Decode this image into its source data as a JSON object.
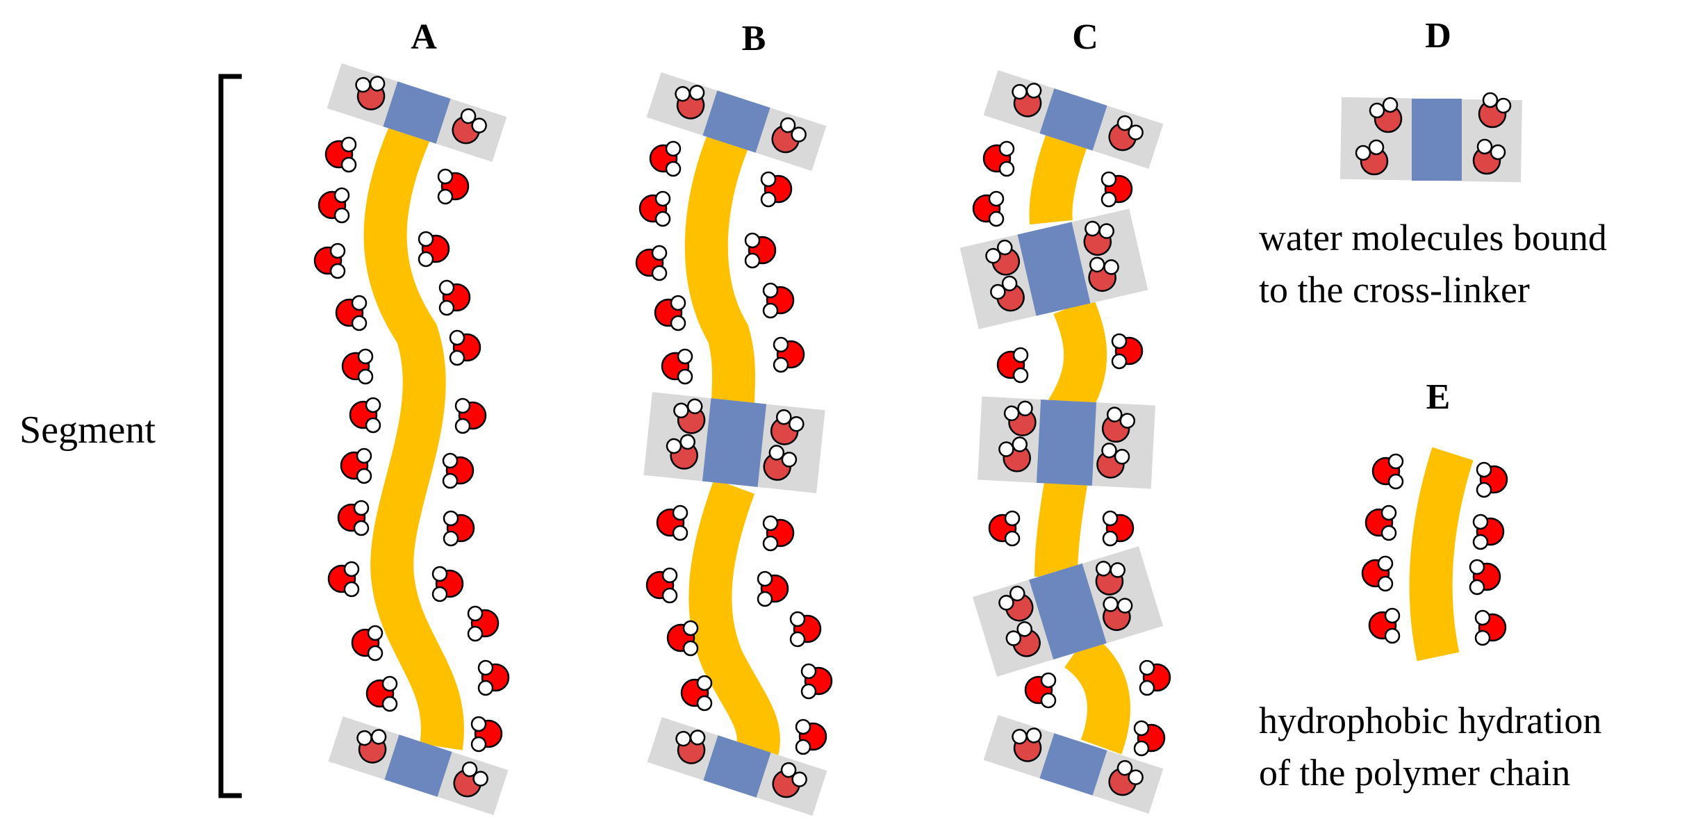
{
  "panels": {
    "a": "A",
    "b": "B",
    "c": "C",
    "d": "D",
    "e": "E"
  },
  "segment_label": "Segment",
  "legend": {
    "d_caption_line1": "water molecules bound",
    "d_caption_line2": "to the cross-linker",
    "e_caption_line1": "hydrophobic hydration",
    "e_caption_line2": "of the polymer chain"
  },
  "colors": {
    "polymer_chain": "#FFC000",
    "cross_linker": "#6C87BE",
    "cross_linker_zone": "#D9D9D9",
    "oxygen": "#FF0000",
    "bound_oxygen": "#DE4646",
    "hydrogen": "#FFFFFF"
  }
}
